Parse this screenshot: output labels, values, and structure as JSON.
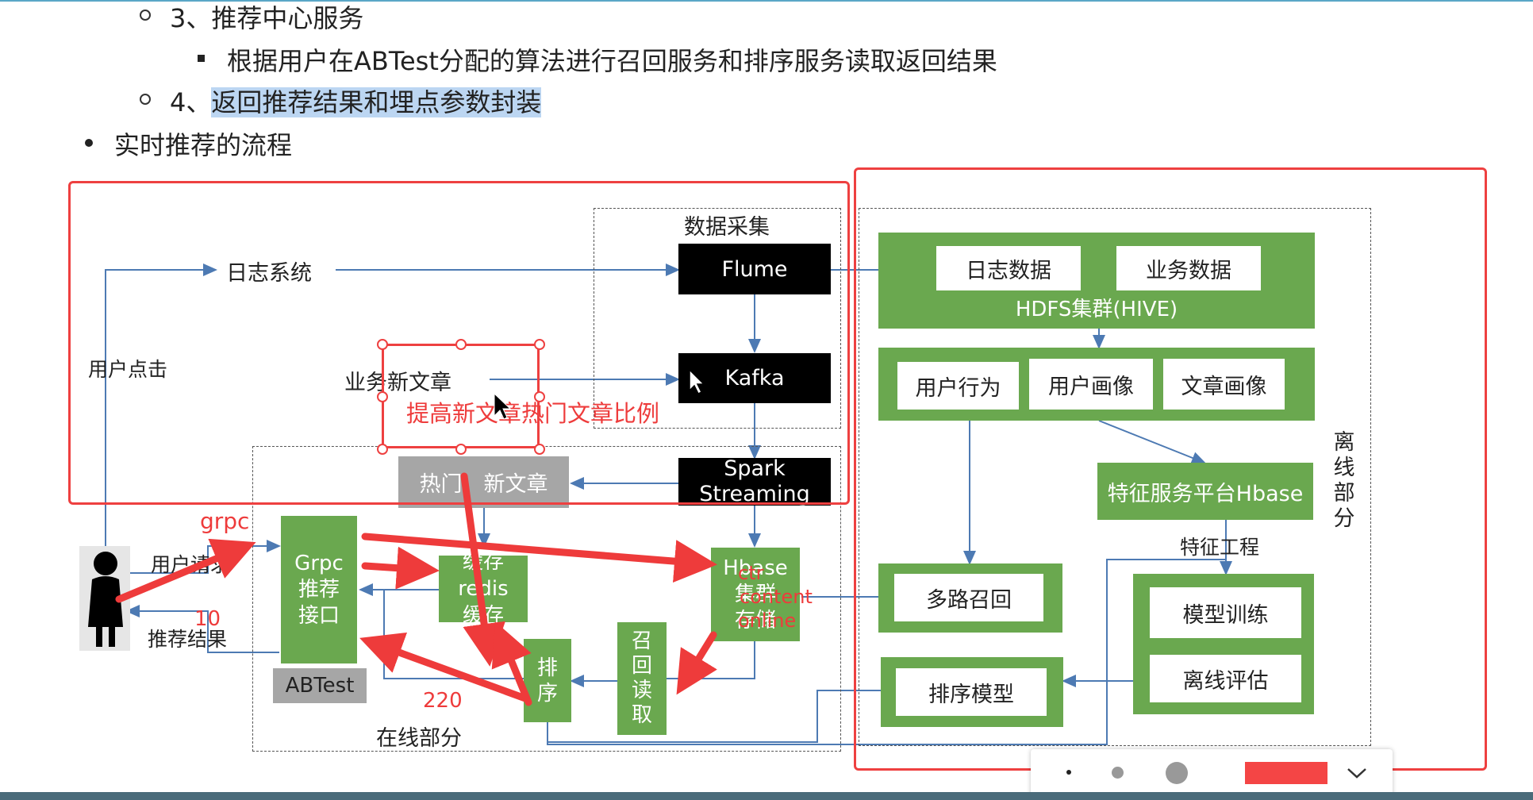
{
  "bullets": {
    "item3": "3、推荐中心服务",
    "item3_sub": "根据用户在ABTest分配的算法进行召回服务和排序服务读取返回结果",
    "item4_prefix": "4、",
    "item4_highlight": "返回推荐结果和埋点参数封装",
    "realtime": "实时推荐的流程"
  },
  "diagram": {
    "data_collection": "数据采集",
    "flume": "Flume",
    "kafka": "Kafka",
    "spark_line1": "Spark",
    "spark_line2": "Streaming",
    "log_system": "日志系统",
    "user_click": "用户点击",
    "business_new_article": "业务新文章",
    "annotation_ratio": "提高新文章热门文章比例",
    "hot_new_article": "热门、新文章",
    "grpc": "grpc",
    "user_request": "用户请求",
    "grpc_interface": [
      "Grpc",
      "推荐",
      "接口"
    ],
    "abtest": "ABTest",
    "redis_cache": [
      "缓存redis",
      "缓存"
    ],
    "hbase_storage": [
      "Hbase",
      "集群",
      "存储"
    ],
    "hbase_overlay": [
      "ctr",
      "content",
      "online"
    ],
    "recall_read": [
      "召",
      "回",
      "读",
      "取"
    ],
    "sort": [
      "排",
      "序"
    ],
    "num_10": "10",
    "num_220": "220",
    "recommend_result": "推荐结果",
    "online_part": "在线部分",
    "log_data": "日志数据",
    "business_data": "业务数据",
    "hdfs_cluster": "HDFS集群(HIVE)",
    "user_behavior": "用户行为",
    "user_profile": "用户画像",
    "article_profile": "文章画像",
    "feature_platform": "特征服务平台Hbase",
    "feature_engineering": "特征工程",
    "multi_recall": "多路召回",
    "model_training": "模型训练",
    "sort_model": "排序模型",
    "offline_eval": "离线评估",
    "offline_part": [
      "离",
      "线",
      "部",
      "分"
    ]
  },
  "toolbar": {
    "pen_color": "#f44545"
  },
  "colors": {
    "green": "#6aa84f",
    "red": "#ee3b3b",
    "arrow_blue": "#4d7ab3"
  }
}
